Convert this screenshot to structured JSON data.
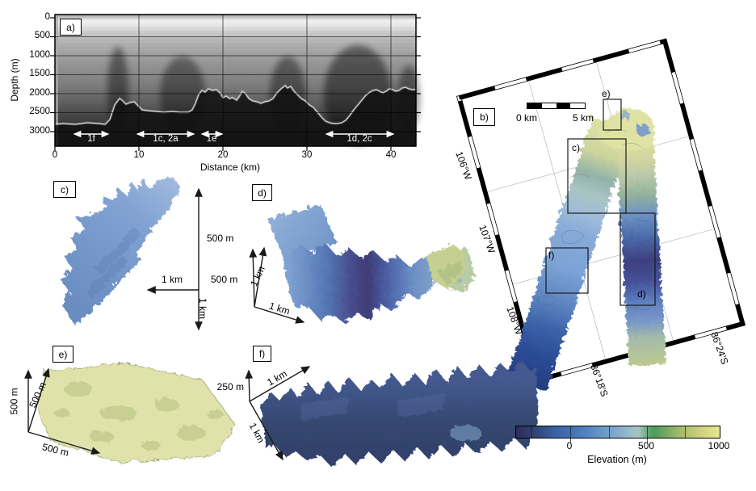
{
  "figure": {
    "panel_a": {
      "label": "a)",
      "xlabel": "Distance (km)",
      "ylabel": "Depth (m)",
      "xticks": [
        "0",
        "10",
        "20",
        "30",
        "40"
      ],
      "yticks": [
        "0",
        "500",
        "1000",
        "1500",
        "2000",
        "2500",
        "3000"
      ],
      "annotations": [
        {
          "label": "1f"
        },
        {
          "label": "1c, 2a"
        },
        {
          "label": "1e"
        },
        {
          "label": "1d, 2c"
        }
      ]
    },
    "panel_b": {
      "label": "b)",
      "scale_bar": {
        "left": "0 km",
        "right": "5 km"
      },
      "lon_labels": [
        "106°W",
        "107°W",
        "108°W"
      ],
      "lat_labels": [
        "86°18'S",
        "86°24'S"
      ],
      "inset_c": "c)",
      "inset_d": "d)",
      "inset_e": "e)",
      "inset_f": "f)"
    },
    "panel_c": {
      "label": "c)",
      "scale_vertical": "500 m",
      "scale_horizontal": "1 km",
      "scale_depth": "1 km"
    },
    "panel_d": {
      "label": "d)",
      "scale_vertical": "500 m",
      "scale_axis1": "1 km",
      "scale_axis2": "1 km"
    },
    "panel_e": {
      "label": "e)",
      "scale_vertical": "500 m",
      "scale_axis1": "500 m",
      "scale_axis2": "500 m"
    },
    "panel_f": {
      "label": "f)",
      "scale_vertical": "250 m",
      "scale_axis1": "1 km",
      "scale_axis2": "1 km"
    },
    "colorbar": {
      "title": "Elevation (m)",
      "tick0": "0",
      "tick500": "500",
      "tick1000": "1000"
    },
    "colors": {
      "elevation_low": "#2e2c58",
      "elevation_zero": "#4272b2",
      "elevation_mid_green": "#4f9a5d",
      "elevation_high": "#e9e78f"
    }
  }
}
